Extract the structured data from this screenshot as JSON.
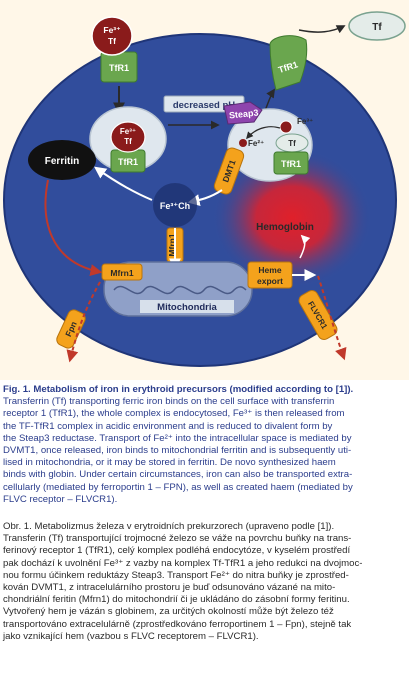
{
  "diagram": {
    "labels": {
      "tf_free": "Tf",
      "tfr1_top_right": "TfR1",
      "fe3_tf_top": "Fe³⁺\nTf",
      "tfr1_top_left": "TfR1",
      "decreased_ph": "decreased pH",
      "fe3_tf_endosome": "Fe³⁺\nTf",
      "tfr1_endosome": "TfR1",
      "steap3": "Steap3",
      "fe3_endosome_right": "Fe³⁺",
      "fe2_endosome": "Fe²⁺",
      "tf_endosome_right": "Tf",
      "tfr1_endosome_right": "TfR1",
      "dmt1": "DMT1",
      "ferritin": "Ferritin",
      "fe3_ch": "Fe³⁺Ch",
      "hemoglobin": "Hemoglobin",
      "mfrn1_vertical": "Mfrn1",
      "mfrn1_horizontal": "Mfrn1",
      "heme_export": "Heme\nexport",
      "mitochondria": "Mitochondria",
      "fpn": "Fpn",
      "flvcr1": "FLVCR1"
    },
    "colors": {
      "background": "#fff7e8",
      "cell": "#314d9c",
      "endosome": "#dfe7ee",
      "tf_green": "#6aa64e",
      "fe_red": "#8a1b1b",
      "orange": "#f4a21c",
      "mito": "#8fa0c8",
      "hemoglobin_red": "#e0202a"
    }
  },
  "caption": {
    "en": {
      "title_lines": [
        "Fig. 1. Metabolism of iron in erythroid precursors (modified according to [1])."
      ],
      "body_lines": [
        "Transferrin (Tf) transporting ferric iron binds on the cell surface with transferrin",
        "receptor 1 (TfR1), the whole complex is endocytosed, Fe³⁺ is then released from",
        "the TF-TfR1 complex in acidic environment and is reduced to divalent form by",
        "the Steap3 reductase. Transport of Fe²⁺ into the intracellular space is mediated by",
        "DVMT1, once released, iron binds to mitochondrial ferritin and is subsequently uti-",
        "lised in mitochondria, or it may be stored in ferritin. De novo synthesized haem",
        "binds with globin. Under certain circumstances, iron can also be transported extra-",
        "cellularly (mediated by ferroportin 1 – FPN), as well as created haem (mediated by",
        "FLVC receptor – FLVCR1)."
      ]
    },
    "cz": {
      "lines": [
        "Obr. 1. Metabolizmus železa v erytroidních prekurzorech (upraveno podle [1]).",
        "Transferin (Tf) transportující trojmocné železo se váže na povrchu buňky na trans-",
        "ferinový receptor 1 (TfR1), celý komplex podléhá endocytóze, v kyselém prostředí",
        "pak dochází k uvolnění Fe³⁺ z vazby na komplex Tf-TfR1 a jeho redukci na dvojmoc-",
        "nou formu účinkem reduktázy Steap3. Transport Fe²⁺ do nitra buňky je zprostřed-",
        "kován DVMT1, z intracelulárního prostoru je buď odsunováno vázané na mito-",
        "chondriální feritin (Mfrn1) do mitochondrií či je ukládáno do zásobní formy feritinu.",
        "Vytvořený hem je vázán s globinem, za určitých okolností může být železo též",
        "transportováno extracelulárně (zprostředkováno ferroportinem 1 – Fpn), stejně tak",
        "jako vznikající hem (vazbou s FLVC receptorem – FLVCR1)."
      ]
    }
  }
}
